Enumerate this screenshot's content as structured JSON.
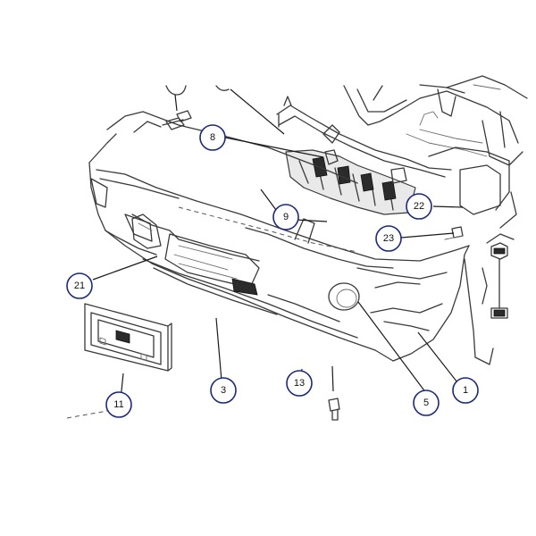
{
  "diagram": {
    "callouts": [
      {
        "id": "8",
        "label": "8"
      },
      {
        "id": "9",
        "label": "9"
      },
      {
        "id": "22",
        "label": "22"
      },
      {
        "id": "23",
        "label": "23"
      },
      {
        "id": "21",
        "label": "21"
      },
      {
        "id": "3",
        "label": "3"
      },
      {
        "id": "13",
        "label": "13"
      },
      {
        "id": "5",
        "label": "5"
      },
      {
        "id": "1",
        "label": "1"
      },
      {
        "id": "11",
        "label": "11"
      }
    ]
  }
}
